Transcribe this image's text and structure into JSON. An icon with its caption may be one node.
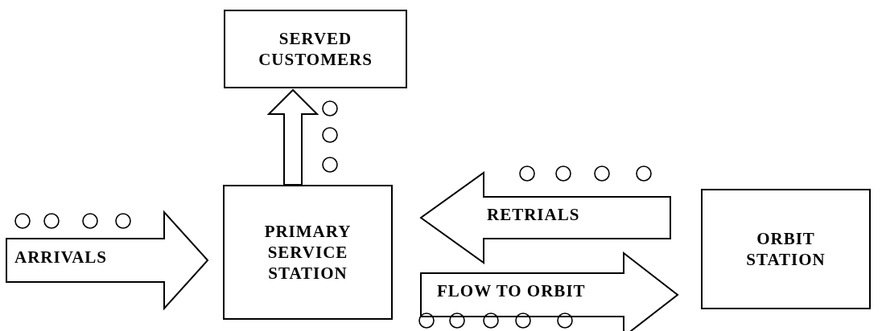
{
  "diagram": {
    "nodes": [
      {
        "text": [
          "SERVED CUSTOMERS"
        ]
      },
      {
        "text": [
          "PRIMARY SERVICE STATION"
        ]
      },
      {
        "text": [
          "ORBIT STATION"
        ]
      }
    ],
    "edges": [
      {
        "from": null,
        "to": 1,
        "arrow": "to",
        "label": "ARRIVALS"
      },
      {
        "from": 1,
        "to": 0,
        "arrow": "to"
      },
      {
        "from": 2,
        "to": 1,
        "arrow": "to",
        "label": "RETRIALS"
      },
      {
        "from": 1,
        "to": 2,
        "arrow": "to",
        "label": "FLOW TO ORBIT"
      }
    ]
  }
}
